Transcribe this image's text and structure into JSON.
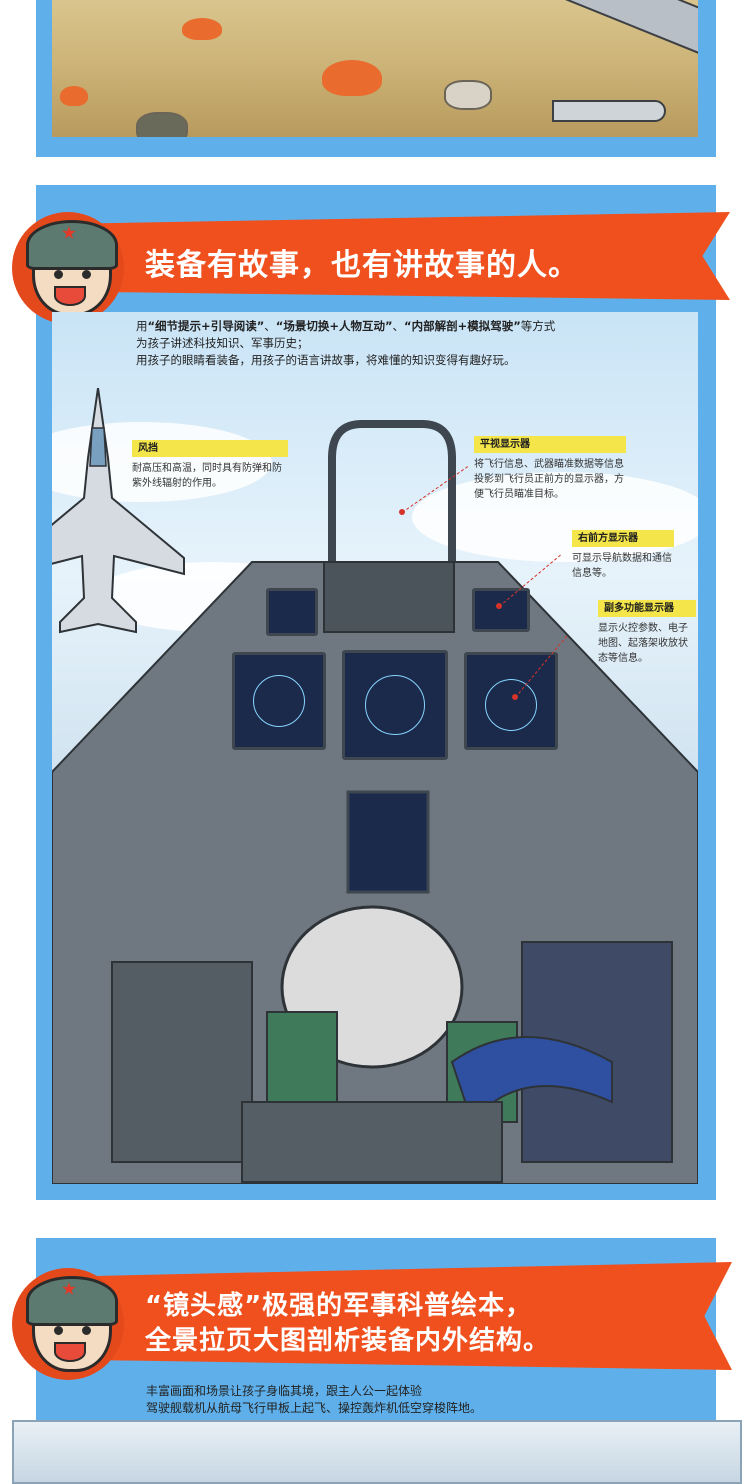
{
  "section1": {
    "banner_text": "装备有故事，也有讲故事的人。",
    "intro": {
      "prefix": "用",
      "methods": [
        "“细节提示+引导阅读”",
        "“场景切换+人物互动”",
        "“内部解剖+模拟驾驶”"
      ],
      "sep": "、",
      "suffix": "等方式",
      "line2": "为孩子讲述科技知识、军事历史；",
      "line3": "用孩子的眼睛看装备，用孩子的语言讲故事，将难懂的知识变得有趣好玩。"
    },
    "callouts": {
      "windshield": {
        "title": "风挡",
        "body": "耐高压和高温，同时具有防弹和防紫外线辐射的作用。"
      },
      "hud": {
        "title": "平视显示器",
        "body": "将飞行信息、武器瞄准数据等信息投影到飞行员正前方的显示器，方便飞行员瞄准目标。"
      },
      "right_front": {
        "title": "右前方显示器",
        "body": "可显示导航数据和通信信息等。"
      },
      "sub_mfd": {
        "title": "副多功能显示器",
        "body": "显示火控参数、电子地图、起落架收放状态等信息。"
      }
    }
  },
  "section2": {
    "banner_line1": "“镜头感”极强的军事科普绘本，",
    "banner_line2": "全景拉页大图剖析装备内外结构。",
    "intro_line1": "丰富画面和场景让孩子身临其境，跟主人公一起体验",
    "intro_line2": "驾驶舰载机从航母飞行甲板上起飞、操控轰炸机低空穿梭阵地。"
  },
  "colors": {
    "panel_blue": "#5fb0ea",
    "banner_orange": "#f0501e",
    "callout_yellow": "#f4e64a",
    "leader_red": "#d6332a"
  }
}
